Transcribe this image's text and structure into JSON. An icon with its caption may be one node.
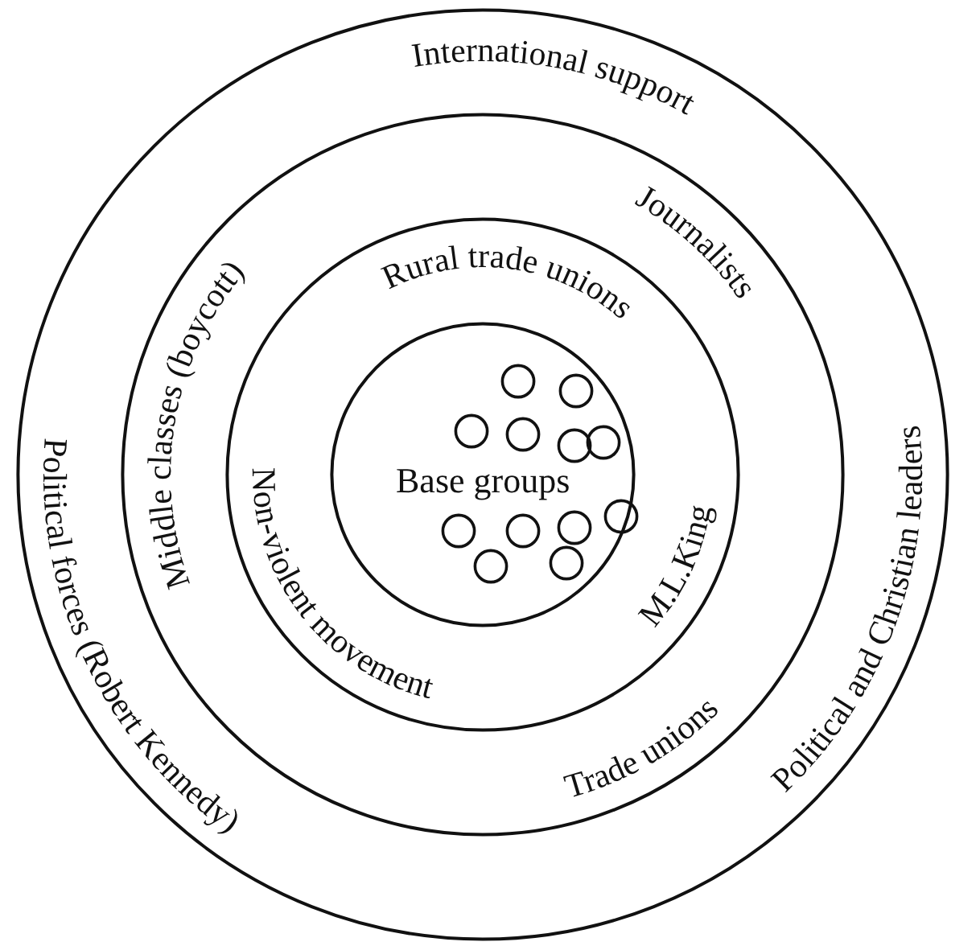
{
  "diagram": {
    "nodes": [
      {
        "text": [
          "International support",
          "Political forces (Robert Kennedy)",
          "Political and Christian leaders"
        ]
      },
      {
        "text": [
          "Journalists",
          "Middle classes (boycott)",
          "Trade unions"
        ],
        "in": 0
      },
      {
        "text": [
          "Rural trade unions",
          "Non-violent movement",
          "M.L.King"
        ],
        "in": 1
      },
      {
        "text": [
          "Base groups"
        ],
        "in": 2
      },
      {
        "text": [],
        "shape": "circle",
        "in": 3
      },
      {
        "text": [],
        "shape": "circle",
        "in": 3
      },
      {
        "text": [],
        "shape": "circle",
        "in": 3
      },
      {
        "text": [],
        "shape": "circle",
        "in": 3
      },
      {
        "text": [],
        "shape": "circle",
        "in": 3
      },
      {
        "text": [],
        "shape": "circle",
        "in": 3
      },
      {
        "text": [],
        "shape": "circle",
        "in": 3
      },
      {
        "text": [],
        "shape": "circle",
        "in": 3
      },
      {
        "text": [],
        "shape": "circle",
        "in": 3
      },
      {
        "text": [],
        "shape": "circle",
        "in": 3
      },
      {
        "text": [],
        "shape": "circle",
        "in": 3
      },
      {
        "text": [],
        "shape": "circle",
        "in": 3
      }
    ]
  }
}
